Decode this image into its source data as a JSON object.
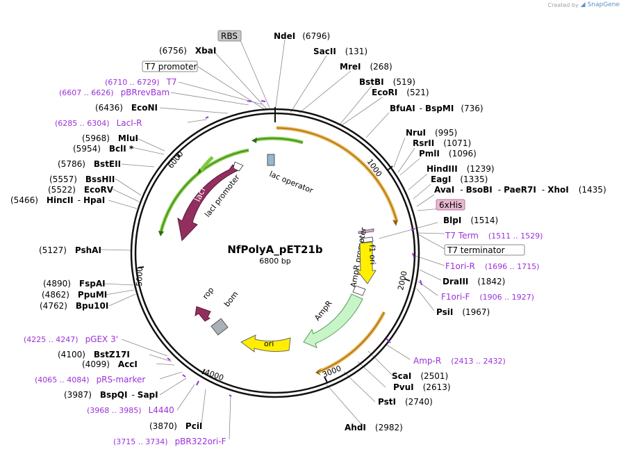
{
  "credit": {
    "prefix": "Created by",
    "brand": "SnapGene"
  },
  "plasmid": {
    "name": "NfPolyA_pET21b",
    "size": "6800 bp"
  },
  "ticks": [
    "1000",
    "2000",
    "3000",
    "4000",
    "5000",
    "6000"
  ],
  "features": {
    "lac_operator": "lac operator",
    "laci": "lacI",
    "laci_promoter": "lacI promoter",
    "ampr_promoter": "AmpR promoter",
    "f1_ori": "f1 ori",
    "ampr": "AmpR",
    "ori": "ori",
    "rop": "rop",
    "bom": "bom"
  },
  "boxed": {
    "rbs": "RBS",
    "t7_promoter": "T7 promoter",
    "his": "6xHis",
    "t7_terminator": "T7 terminator"
  },
  "sites": {
    "ndei": {
      "name": "NdeI",
      "pos": "(6796)"
    },
    "sacii": {
      "name": "SacII",
      "pos": "(131)"
    },
    "mrei": {
      "name": "MreI",
      "pos": "(268)"
    },
    "bstbi": {
      "name": "BstBI",
      "pos": "(519)"
    },
    "ecori": {
      "name": "EcoRI",
      "pos": "(521)"
    },
    "bfuai": {
      "name": "BfuAI",
      "sep": "-",
      "name2": "BspMI",
      "pos": "(736)"
    },
    "nrui": {
      "name": "NruI",
      "pos": "(995)"
    },
    "rsrii": {
      "name": "RsrII",
      "pos": "(1071)"
    },
    "pmli": {
      "name": "PmlI",
      "pos": "(1096)"
    },
    "hindiii": {
      "name": "HindIII",
      "pos": "(1239)"
    },
    "eagi": {
      "name": "EagI",
      "pos": "(1335)"
    },
    "avai": {
      "name": "AvaI",
      "sep": "-",
      "name2": "BsoBI",
      "sep2": "-",
      "name3": "PaeR7I",
      "sep3": "-",
      "name4": "XhoI",
      "pos": "(1435)"
    },
    "blpi": {
      "name": "BlpI",
      "pos": "(1514)"
    },
    "draiii": {
      "name": "DraIII",
      "pos": "(1842)"
    },
    "psii": {
      "name": "PsiI",
      "pos": "(1967)"
    },
    "scai": {
      "name": "ScaI",
      "pos": "(2501)"
    },
    "pvui": {
      "name": "PvuI",
      "pos": "(2613)"
    },
    "psti": {
      "name": "PstI",
      "pos": "(2740)"
    },
    "ahdi": {
      "name": "AhdI",
      "pos": "(2982)"
    },
    "xbai": {
      "name": "XbaI",
      "pos": "(6756)"
    },
    "econi": {
      "name": "EcoNI",
      "pos": "(6436)"
    },
    "mlui": {
      "name": "MluI",
      "pos": "(5968)"
    },
    "bcli": {
      "name": "BclI *",
      "pos": "(5954)"
    },
    "bsteii": {
      "name": "BstEII",
      "pos": "(5786)"
    },
    "bsshii": {
      "name": "BssHII",
      "pos": "(5557)"
    },
    "ecorv": {
      "name": "EcoRV",
      "pos": "(5522)"
    },
    "hincii": {
      "name": "HincII",
      "sep": "-",
      "name2": "HpaI",
      "pos": "(5466)"
    },
    "pshai": {
      "name": "PshAI",
      "pos": "(5127)"
    },
    "fspai": {
      "name": "FspAI",
      "pos": "(4890)"
    },
    "ppumi": {
      "name": "PpuMI",
      "pos": "(4862)"
    },
    "bpu10i": {
      "name": "Bpu10I",
      "pos": "(4762)"
    },
    "bstz17i": {
      "name": "BstZ17I",
      "pos": "(4100)"
    },
    "acci": {
      "name": "AccI",
      "pos": "(4099)"
    },
    "bspqi": {
      "name": "BspQI",
      "sep": "-",
      "name2": "SapI",
      "pos": "(3987)"
    },
    "pcii": {
      "name": "PciI",
      "pos": "(3870)"
    }
  },
  "primers": {
    "t7": {
      "name": "T7",
      "pos": "(6710 .. 6729)"
    },
    "pbrrevbam": {
      "name": "pBRrevBam",
      "pos": "(6607 .. 6626)"
    },
    "laci_r": {
      "name": "LacI-R",
      "pos": "(6285 .. 6304)"
    },
    "t7_term": {
      "name": "T7 Term",
      "pos": "(1511 .. 1529)"
    },
    "f1ori_r": {
      "name": "F1ori-R",
      "pos": "(1696 .. 1715)"
    },
    "f1ori_f": {
      "name": "F1ori-F",
      "pos": "(1906 .. 1927)"
    },
    "amp_r": {
      "name": "Amp-R",
      "pos": "(2413 .. 2432)"
    },
    "pgex": {
      "name": "pGEX 3'",
      "pos": "(4225 .. 4247)"
    },
    "prs": {
      "name": "pRS-marker",
      "pos": "(4065 .. 4084)"
    },
    "l4440": {
      "name": "L4440",
      "pos": "(3968 .. 3985)"
    },
    "pbr322": {
      "name": "pBR322ori-F",
      "pos": "(3715 .. 3734)"
    }
  }
}
